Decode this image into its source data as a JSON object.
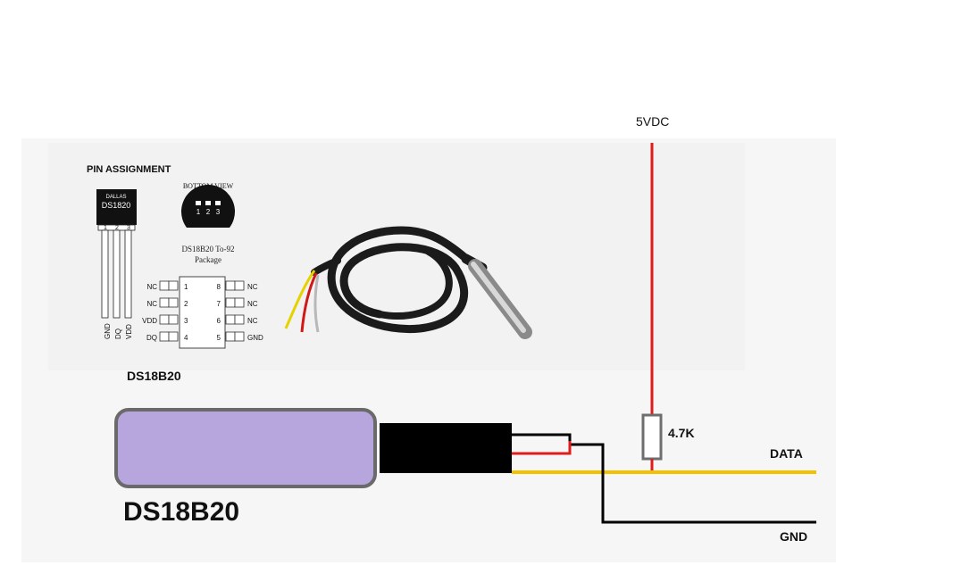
{
  "pin_assignment": {
    "heading": "PIN ASSIGNMENT",
    "to92_brand": "DALLAS",
    "to92_part": "DS1820",
    "to92_pin_numbers": [
      "1",
      "2",
      "3"
    ],
    "to92_pin_names": [
      "GND",
      "DQ",
      "VDD"
    ],
    "bottom_view_label": "BOTTOM VIEW",
    "bottom_view_pins": [
      "1",
      "2",
      "3"
    ],
    "package_line1": "DS18B20 To-92",
    "package_line2": "Package",
    "soic_left_pins": [
      {
        "name": "NC",
        "num": "1"
      },
      {
        "name": "NC",
        "num": "2"
      },
      {
        "name": "VDD",
        "num": "3"
      },
      {
        "name": "DQ",
        "num": "4"
      }
    ],
    "soic_right_pins": [
      {
        "name": "NC",
        "num": "8"
      },
      {
        "name": "NC",
        "num": "7"
      },
      {
        "name": "NC",
        "num": "6"
      },
      {
        "name": "GND",
        "num": "5"
      }
    ]
  },
  "photo_caption": "DS18B20",
  "schematic": {
    "sensor_label": "DS18B20",
    "supply_label": "5VDC",
    "resistor_label": "4.7K",
    "data_label": "DATA",
    "gnd_label": "GND"
  },
  "colors": {
    "sensor_body": "#b7a6dd",
    "sensor_border": "#6a6a6a",
    "cable": "#000000",
    "vcc_wire": "#e01b1b",
    "data_wire": "#f2c200",
    "gnd_wire": "#000000",
    "resistor": "#6e6e6e"
  }
}
